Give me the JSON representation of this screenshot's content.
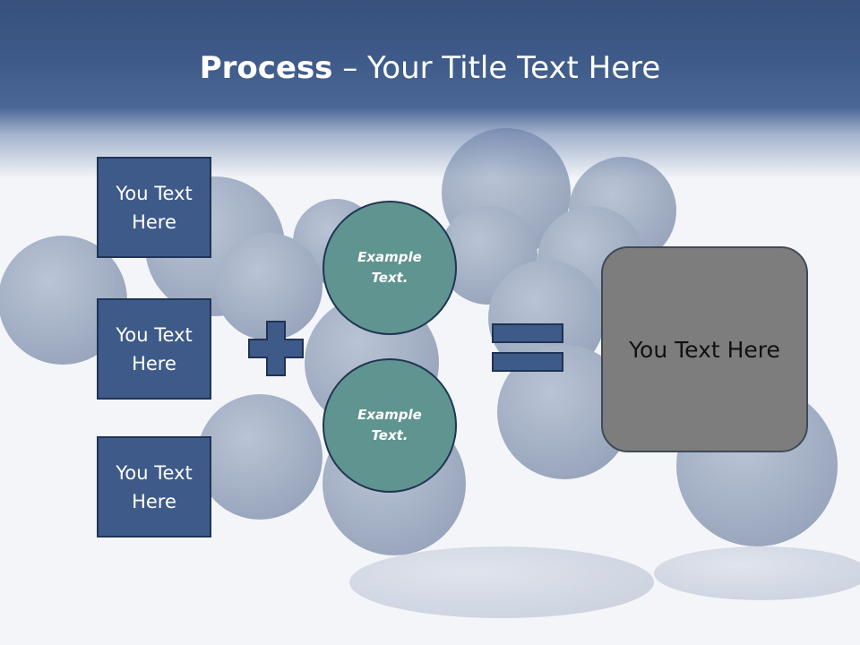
{
  "slide": {
    "title_bold": "Process",
    "title_rest": " – Your Title Text Here"
  },
  "inputs": [
    {
      "label_line1": "You Text",
      "label_line2": "Here"
    },
    {
      "label_line1": "You Text",
      "label_line2": "Here"
    },
    {
      "label_line1": "You Text",
      "label_line2": "Here"
    }
  ],
  "circles": [
    {
      "line1": "Example",
      "line2": "Text."
    },
    {
      "line1": "Example",
      "line2": "Text."
    }
  ],
  "result": {
    "label": "You Text Here"
  },
  "icons": {
    "plus": "plus-icon",
    "equals": "equals-icon"
  },
  "colors": {
    "header": "#3f5b8a",
    "box_fill": "#3e5a88",
    "circle_fill": "#5f9490",
    "result_fill": "#7d7d7d",
    "symbol_fill": "#3e5a88"
  }
}
